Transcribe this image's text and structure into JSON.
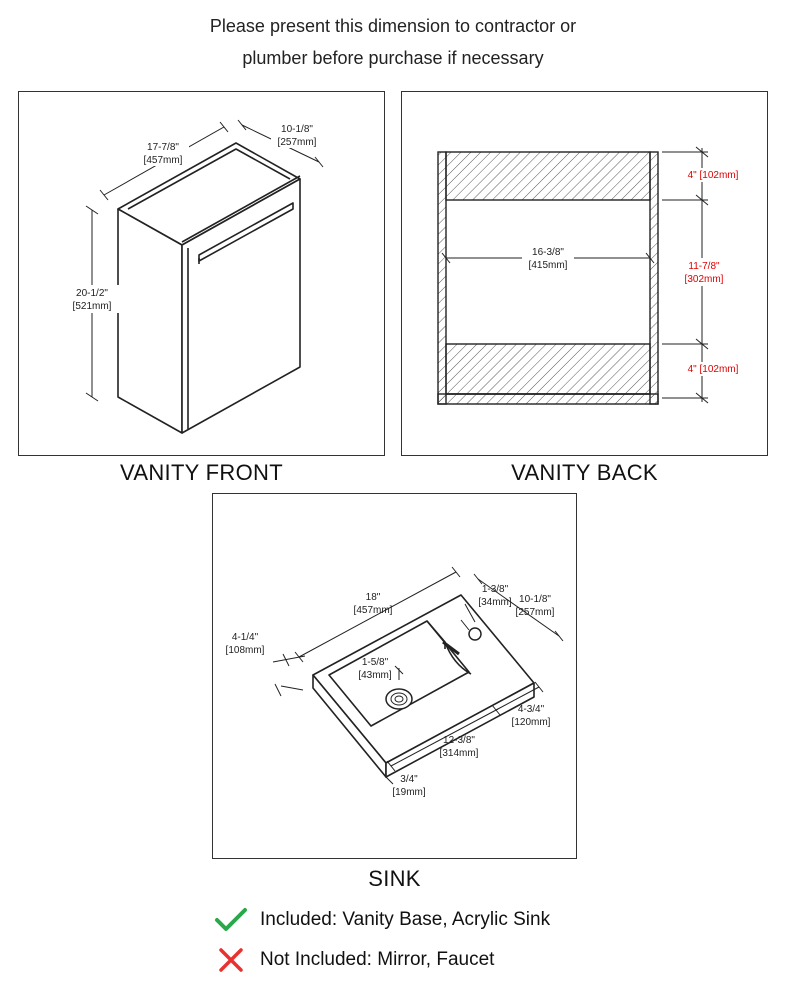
{
  "header": {
    "line1": "Please present this dimension to contractor or",
    "line2": "plumber before purchase if necessary"
  },
  "vanity_front": {
    "title": "VANITY FRONT",
    "width_in": "17-7/8\"",
    "width_mm": "[457mm]",
    "depth_in": "10-1/8\"",
    "depth_mm": "[257mm]",
    "height_in": "20-1/2\"",
    "height_mm": "[521mm]"
  },
  "vanity_back": {
    "title": "VANITY BACK",
    "inner_width_in": "16-3/8\"",
    "inner_width_mm": "[415mm]",
    "top_dim": "4\" [102mm]",
    "opening_in": "11-7/8\"",
    "opening_mm": "[302mm]",
    "bottom_dim": "4\" [102mm]",
    "accent_color": "#e00000"
  },
  "sink": {
    "title": "SINK",
    "length_in": "18\"",
    "length_mm": "[457mm]",
    "faucet_in": "1-3/8\"",
    "faucet_mm": "[34mm]",
    "depth_in": "10-1/8\"",
    "depth_mm": "[257mm]",
    "height_in": "4-1/4\"",
    "height_mm": "[108mm]",
    "bowl_depth_in": "1-5/8\"",
    "bowl_depth_mm": "[43mm]",
    "front_in": "4-3/4\"",
    "front_mm": "[120mm]",
    "bowl_len_in": "12-3/8\"",
    "bowl_len_mm": "[314mm]",
    "rim_in": "3/4\"",
    "rim_mm": "[19mm]"
  },
  "legend": {
    "included_text": "Included: Vanity Base, Acrylic Sink",
    "included_icon": "check-icon",
    "included_color": "#2aa84a",
    "not_included_text": "Not Included: Mirror, Faucet",
    "not_included_icon": "cross-icon",
    "not_included_color": "#e8322f"
  }
}
